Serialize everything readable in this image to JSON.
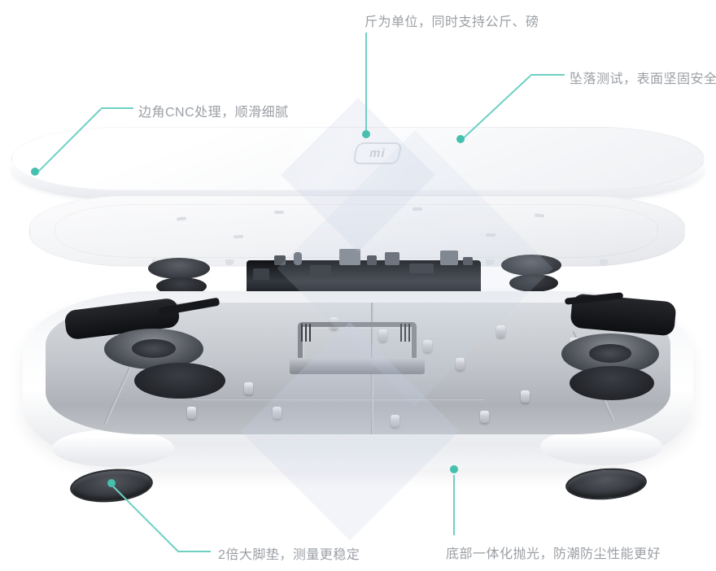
{
  "accent_color": "#45bfae",
  "label_color": "#9b9fa4",
  "product": {
    "name": "mi-smart-scale-exploded-view",
    "logo_text": "mi"
  },
  "callouts": {
    "unit": {
      "label": "斤为单位，同时支持公斤、磅"
    },
    "drop_test": {
      "label": "坠落测试，表面坚固安全"
    },
    "cnc_edge": {
      "label": "边角CNC处理，顺滑细腻"
    },
    "foot_pads": {
      "label": "2倍大脚垫，测量更稳定"
    },
    "bottom_polish": {
      "label": "底部一体化抛光，防潮防尘性能更好"
    }
  }
}
